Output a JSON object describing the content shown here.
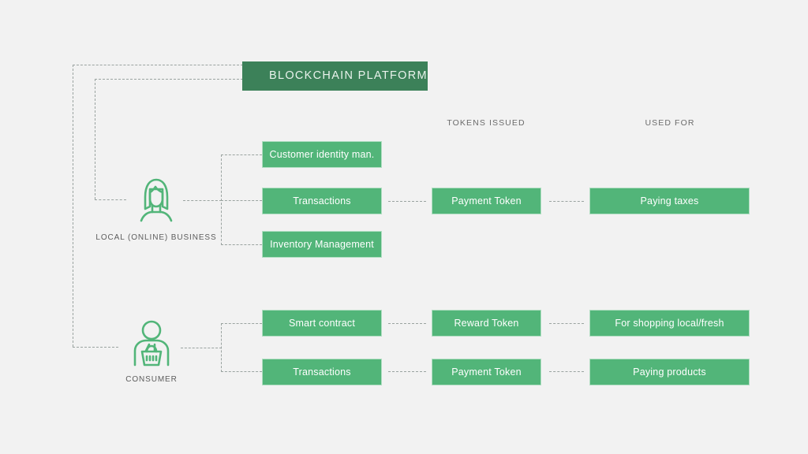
{
  "diagram": {
    "title": "Blockchain platform token flow for local business and consumer",
    "background_color": "#f2f2f2",
    "accent_dark": "#3c8159",
    "accent_green": "#52b579",
    "connector_color": "#9aa3a0"
  },
  "header": {
    "label": "BLOCKCHAIN PLATFORM"
  },
  "columns": [
    {
      "key": "services",
      "caption": ""
    },
    {
      "key": "tokens_issued",
      "caption": "TOKENS ISSUED"
    },
    {
      "key": "used_for",
      "caption": "USED FOR"
    }
  ],
  "actors": [
    {
      "id": "local-business",
      "label": "LOCAL (ONLINE) BUSINESS",
      "icon": "woman-long-hair-icon"
    },
    {
      "id": "consumer",
      "label": "CONSUMER",
      "icon": "person-with-shopping-basket-icon"
    }
  ],
  "rows": [
    {
      "actor": "local-business",
      "items": [
        {
          "service": "Customer identity man.",
          "token": "",
          "used_for": ""
        },
        {
          "service": "Transactions",
          "token": "Payment Token",
          "used_for": "Paying taxes"
        },
        {
          "service": "Inventory Management",
          "token": "",
          "used_for": ""
        }
      ]
    },
    {
      "actor": "consumer",
      "items": [
        {
          "service": "Smart contract",
          "token": "Reward Token",
          "used_for": "For shopping local/fresh"
        },
        {
          "service": "Transactions",
          "token": "Payment Token",
          "used_for": "Paying products"
        }
      ]
    }
  ],
  "nodes": {
    "b_customer_identity": "Customer identity man.",
    "b_transactions": "Transactions",
    "b_inventory": "Inventory Management",
    "b_payment_token": "Payment Token",
    "b_paying_taxes": "Paying taxes",
    "c_smart_contract": "Smart contract",
    "c_reward_token": "Reward Token",
    "c_shopping_local": "For shopping local/fresh",
    "c_transactions": "Transactions",
    "c_payment_token": "Payment Token",
    "c_paying_products": "Paying products"
  }
}
